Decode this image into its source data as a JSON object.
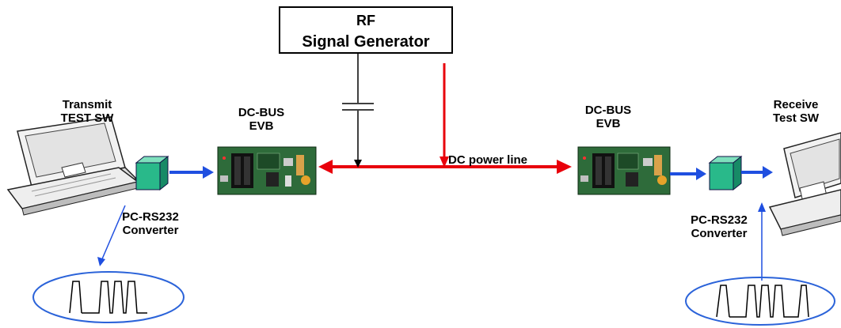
{
  "rf_generator": {
    "line1": "RF",
    "line2": "Signal Generator"
  },
  "transmit": {
    "line1": "Transmit",
    "line2": "TEST SW"
  },
  "receive": {
    "line1": "Receive",
    "line2": "Test SW"
  },
  "evb_left": {
    "line1": "DC-BUS",
    "line2": "EVB"
  },
  "evb_right": {
    "line1": "DC-BUS",
    "line2": "EVB"
  },
  "converter_left": {
    "line1": "PC-RS232",
    "line2": "Converter"
  },
  "converter_right": {
    "line1": "PC-RS232",
    "line2": "Converter"
  },
  "power_line_label": "DC power line",
  "colors": {
    "power_line": "#e8000b",
    "data_arrow": "#1f4fe0",
    "converter": "#29b98a",
    "board": "#2e6b3a",
    "signal_ellipse": "#2b63d9"
  },
  "icons": [
    "laptop-icon",
    "converter-icon",
    "evb-board-icon",
    "capacitor-icon",
    "square-wave-icon"
  ]
}
